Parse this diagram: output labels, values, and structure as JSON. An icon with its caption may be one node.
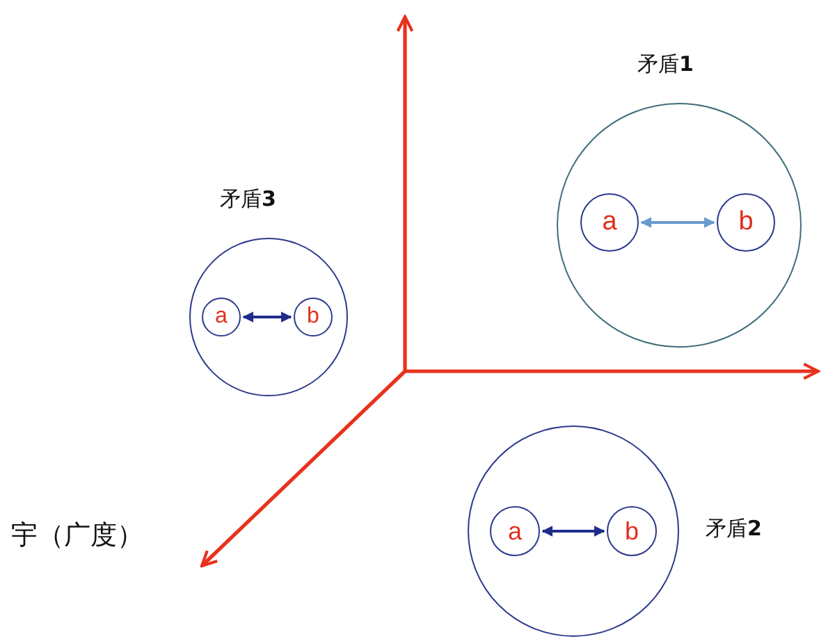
{
  "diagram": {
    "nodes": [
      {
        "text": [
          "矛盾**1**"
        ]
      },
      {
        "text": [
          "a"
        ],
        "in": 0
      },
      {
        "text": [
          "b"
        ],
        "in": 0
      },
      {
        "text": [
          "矛盾**3**"
        ]
      },
      {
        "text": [
          "a"
        ],
        "in": 3
      },
      {
        "text": [
          "b"
        ],
        "in": 3
      },
      {
        "text": [
          "矛盾**2**"
        ]
      },
      {
        "text": [
          "a"
        ],
        "in": 6
      },
      {
        "text": [
          "b"
        ],
        "in": 6
      }
    ],
    "edges": [
      {
        "from": 1,
        "to": 2,
        "arrow": "both",
        "color": "#6a9bd0"
      },
      {
        "from": 4,
        "to": 5,
        "arrow": "both"
      },
      {
        "from": 7,
        "to": 8,
        "arrow": "both"
      }
    ],
    "labels": [
      "宇（广度）"
    ]
  }
}
